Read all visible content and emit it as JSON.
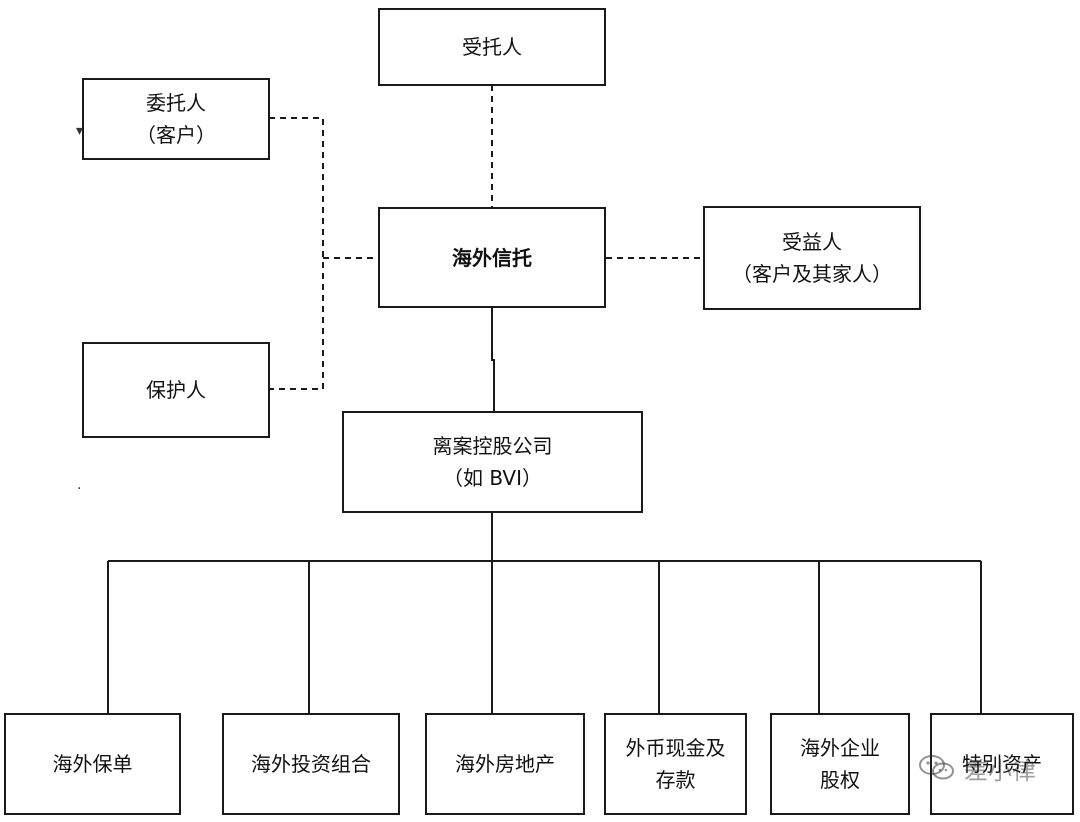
{
  "trustee": "受托人",
  "settlor": {
    "line1": "委托人",
    "line2": "（客户）"
  },
  "trust": "海外信托",
  "beneficiary": {
    "line1": "受益人",
    "line2": "（客户及其家人）"
  },
  "protector": "保护人",
  "holding": {
    "line1": "离案控股公司",
    "line2": "（如 BVI）"
  },
  "assets": [
    {
      "line1": "海外保单",
      "line2": ""
    },
    {
      "line1": "海外投资组合",
      "line2": ""
    },
    {
      "line1": "海外房地产",
      "line2": ""
    },
    {
      "line1": "外币现金及",
      "line2": "存款"
    },
    {
      "line1": "海外企业",
      "line2": "股权"
    },
    {
      "line1": "特别资产",
      "line2": ""
    }
  ],
  "watermark": {
    "text": "差小律",
    "icon": "wechat-icon"
  }
}
